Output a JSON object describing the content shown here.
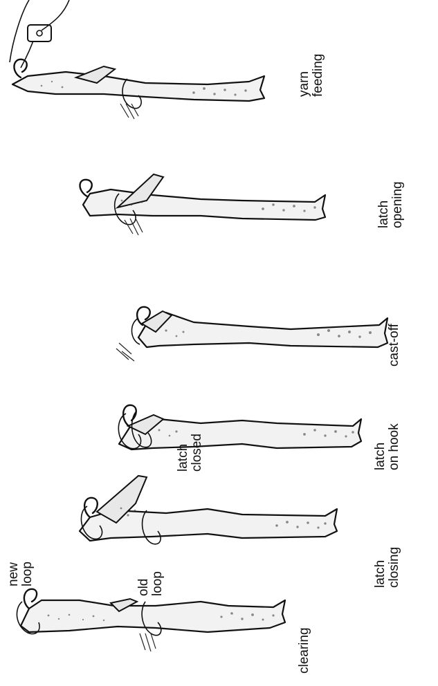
{
  "stages": [
    {
      "id": "clearing",
      "label": "clearing"
    },
    {
      "id": "latch-closing",
      "label": "latch\nclosing"
    },
    {
      "id": "latch-on-hook",
      "label": "latch\non hook"
    },
    {
      "id": "cast-off",
      "label": "cast-off"
    },
    {
      "id": "latch-opening",
      "label": "latch\nopening"
    },
    {
      "id": "yarn-feeding",
      "label": "yarn\nfeeding"
    }
  ],
  "annotations": {
    "new_loop": "new\nloop",
    "old_loop": "old\nloop",
    "latch_closed": "latch\nclosed"
  }
}
